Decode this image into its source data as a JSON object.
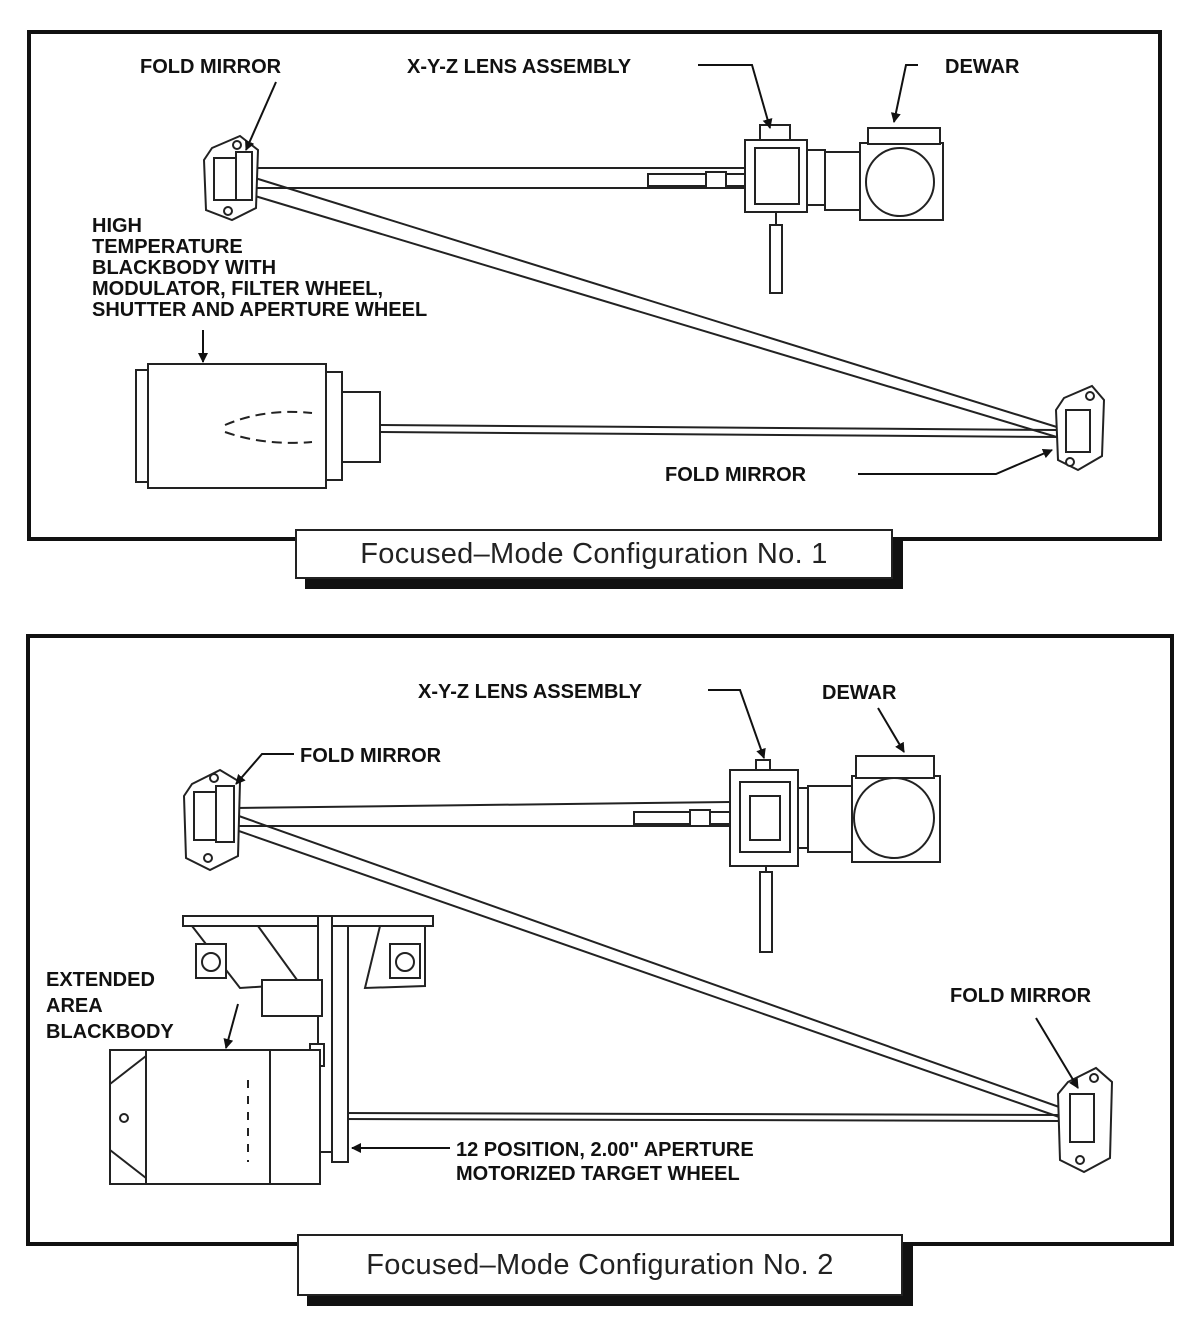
{
  "panels": [
    {
      "caption": "Focused–Mode Configuration No. 1",
      "labels": {
        "fold_mirror_top": "FOLD MIRROR",
        "xyz_lens": "X-Y-Z LENS ASSEMBLY",
        "dewar": "DEWAR",
        "blackbody": [
          "HIGH",
          "TEMPERATURE",
          "BLACKBODY WITH",
          "MODULATOR, FILTER WHEEL,",
          "SHUTTER AND APERTURE WHEEL"
        ],
        "fold_mirror_bottom": "FOLD MIRROR"
      }
    },
    {
      "caption": "Focused–Mode Configuration No. 2",
      "labels": {
        "xyz_lens": "X-Y-Z LENS ASSEMBLY",
        "dewar": "DEWAR",
        "fold_mirror_left": "FOLD MIRROR",
        "fold_mirror_right": "FOLD MIRROR",
        "blackbody": [
          "EXTENDED",
          "AREA",
          "BLACKBODY"
        ],
        "target_wheel": [
          "12 POSITION, 2.00\" APERTURE",
          "MOTORIZED TARGET WHEEL"
        ]
      }
    }
  ]
}
